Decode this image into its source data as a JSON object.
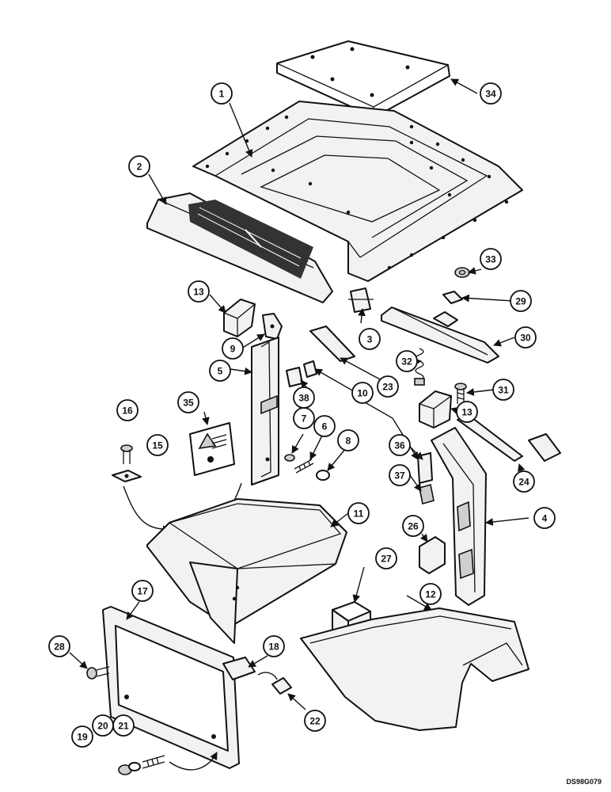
{
  "drawing_ref": "DS98G079",
  "callouts": [
    "1",
    "2",
    "3",
    "4",
    "5",
    "6",
    "7",
    "8",
    "9",
    "10",
    "11",
    "12",
    "13",
    "13",
    "15",
    "16",
    "17",
    "18",
    "19",
    "20",
    "21",
    "22",
    "23",
    "24",
    "26",
    "27",
    "28",
    "29",
    "30",
    "31",
    "32",
    "33",
    "34",
    "35",
    "36",
    "37",
    "38"
  ]
}
